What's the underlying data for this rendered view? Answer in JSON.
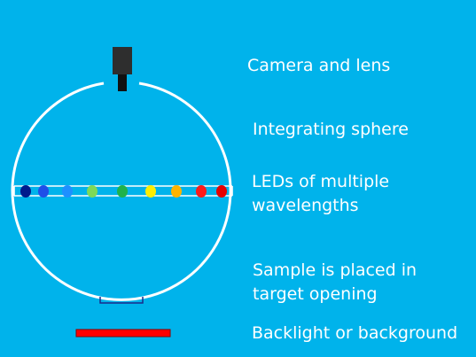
{
  "labels": {
    "camera": "Camera and lens",
    "sphere": "Integrating sphere",
    "leds_line1": "LEDs of multiple",
    "leds_line2": "wavelengths",
    "sample_line1": "Sample is placed in",
    "sample_line2": "target opening",
    "backlight": "Backlight or background"
  },
  "colors": {
    "background": "#00b3eb",
    "camera_body": "#2e2e2e",
    "lens": "#111111",
    "sphere_line": "#ffffff",
    "backlight_bar": "#ff0000",
    "target_opening": "#1c2a8a"
  },
  "leds": [
    {
      "color": "#001a8c"
    },
    {
      "color": "#1f4fe8"
    },
    {
      "color": "#1e90ff"
    },
    {
      "color": "#7ed957"
    },
    {
      "color": "#1fb24a"
    },
    {
      "color": "#ffee00"
    },
    {
      "color": "#ffb300"
    },
    {
      "color": "#ff1a1a"
    },
    {
      "color": "#e60000"
    }
  ]
}
